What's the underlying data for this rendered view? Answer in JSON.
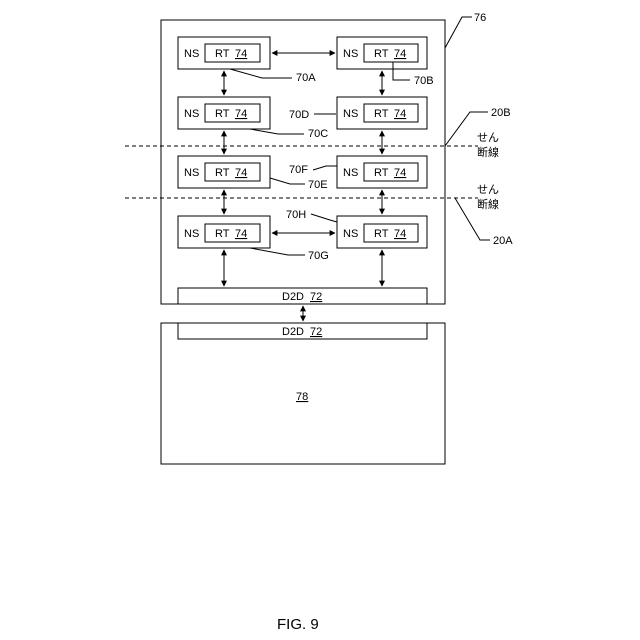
{
  "diagram": {
    "die_top_ref": "76",
    "die_bottom_ref": "78",
    "d2d_label": "D2D",
    "d2d_ref": "72",
    "tile": {
      "ns": "NS",
      "rt": "RT",
      "rt_ref": "74"
    },
    "tiles": [
      {
        "id": "70A",
        "label": "70A"
      },
      {
        "id": "70B",
        "label": "70B"
      },
      {
        "id": "70C",
        "label": "70C"
      },
      {
        "id": "70D",
        "label": "70D"
      },
      {
        "id": "70E",
        "label": "70E"
      },
      {
        "id": "70F",
        "label": "70F"
      },
      {
        "id": "70G",
        "label": "70G"
      },
      {
        "id": "70H",
        "label": "70H"
      }
    ],
    "cut_lines": [
      {
        "ref": "20B",
        "label_line1": "せん",
        "label_line2": "断線"
      },
      {
        "ref": "20A",
        "label_line1": "せん",
        "label_line2": "断線"
      }
    ],
    "figure_caption": "FIG. 9"
  }
}
